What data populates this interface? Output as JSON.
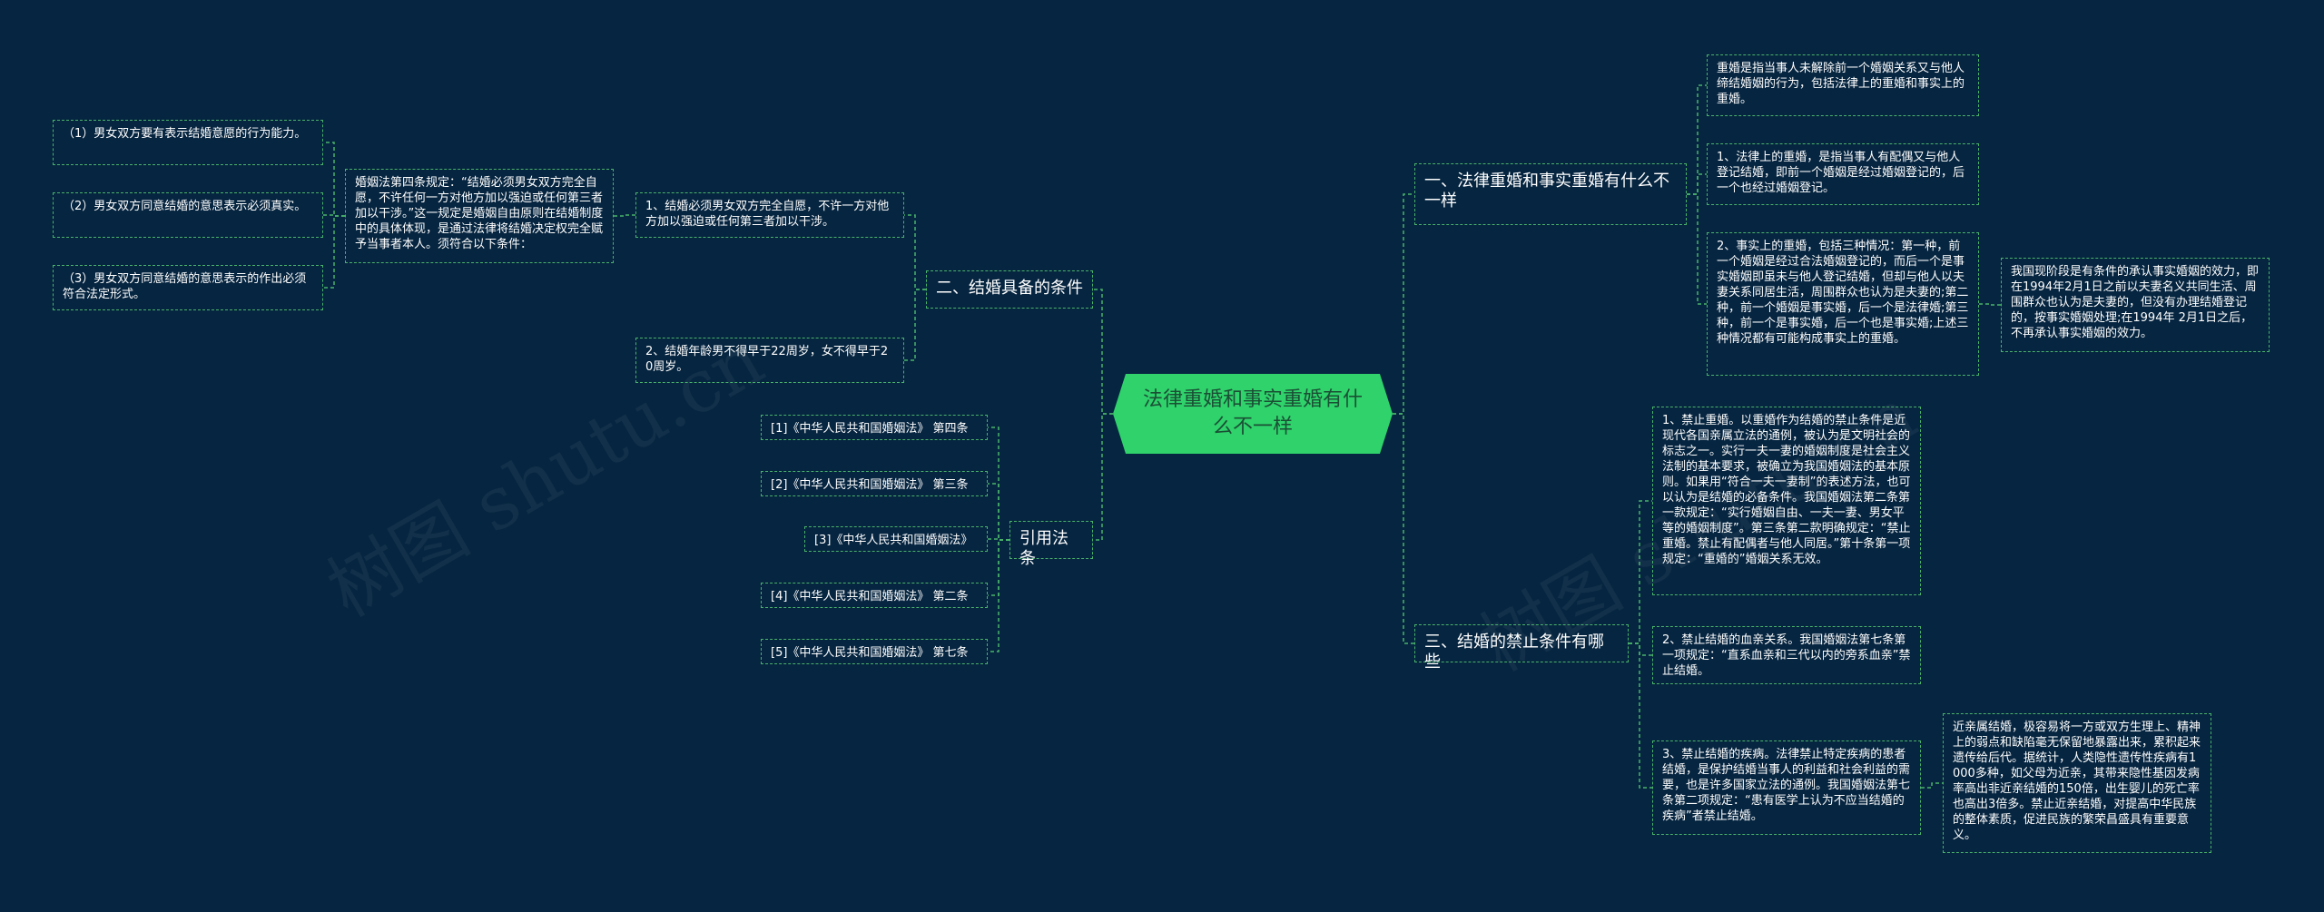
{
  "center": {
    "text": "法律重婚和事实重婚有什么不一样"
  },
  "watermark": "树图 shutu.cn",
  "branches": {
    "b1": "一、法律重婚和事实重婚有什么不一样",
    "b2": "二、结婚具备的条件",
    "b3": "三、结婚的禁止条件有哪些",
    "b4": "引用法条"
  },
  "leaves": {
    "r1": "重婚是指当事人未解除前一个婚姻关系又与他人缔结婚姻的行为，包括法律上的重婚和事实上的重婚。",
    "r2": "1、法律上的重婚，是指当事人有配偶又与他人登记结婚，即前一个婚姻是经过婚姻登记的，后一个也经过婚姻登记。",
    "r3": "2、事实上的重婚，包括三种情况：第一种，前一个婚姻是经过合法婚姻登记的，而后一个是事实婚姻即虽未与他人登记结婚，但却与他人以夫妻关系同居生活，周围群众也认为是夫妻的;第二种，前一个婚姻是事实婚，后一个是法律婚;第三种，前一个是事实婚，后一个也是事实婚;上述三种情况都有可能构成事实上的重婚。",
    "r3a": "我国现阶段是有条件的承认事实婚姻的效力，即在1994年2月1日之前以夫妻名义共同生活、周围群众也认为是夫妻的，但没有办理结婚登记的，按事实婚姻处理;在1994年 2月1日之后，不再承认事实婚姻的效力。",
    "s1": "1、禁止重婚。以重婚作为结婚的禁止条件是近现代各国亲属立法的通例，被认为是文明社会的标志之一。实行一夫一妻的婚姻制度是社会主义法制的基本要求，被确立为我国婚姻法的基本原则。如果用“符合一夫一妻制”的表述方法，也可以认为是结婚的必备条件。我国婚姻法第二条第一款规定：“实行婚姻自由、一夫一妻、男女平等的婚姻制度”。第三条第二款明确规定：“禁止重婚。禁止有配偶者与他人同居。”第十条第一项规定：“重婚的”婚姻关系无效。",
    "s2": "2、禁止结婚的血亲关系。我国婚姻法第七条第一项规定：“直系血亲和三代以内的旁系血亲”禁止结婚。",
    "s3": "3、禁止结婚的疾病。法律禁止特定疾病的患者结婚，是保护结婚当事人的利益和社会利益的需要，也是许多国家立法的通例。我国婚姻法第七条第二项规定：“患有医学上认为不应当结婚的疾病”者禁止结婚。",
    "s3a": "近亲属结婚，极容易将一方或双方生理上、精神上的弱点和缺陷毫无保留地暴露出来，累积起来遗传给后代。据统计，人类隐性遗传性疾病有1000多种，如父母为近亲，其带来隐性基因发病率高出非近亲结婚的150倍，出生婴儿的死亡率也高出3倍多。禁止近亲结婚，对提高中华民族的整体素质，促进民族的繁荣昌盛具有重要意义。",
    "c1": "1、结婚必须男女双方完全自愿，不许一方对他方加以强迫或任何第三者加以干涉。",
    "c2": "2、结婚年龄男不得早于22周岁，女不得早于20周岁。",
    "c1a": "婚姻法第四条规定：“结婚必须男女双方完全自愿，不许任何一方对他方加以强迫或任何第三者加以干涉。”这一规定是婚姻自由原则在结婚制度中的具体体现，是通过法律将结婚决定权完全赋予当事者本人。须符合以下条件：",
    "p1": "（1）男女双方要有表示结婚意愿的行为能力。",
    "p2": "（2）男女双方同意结婚的意思表示必须真实。",
    "p3": "（3）男女双方同意结婚的意思表示的作出必须符合法定形式。",
    "l1": "[1]《中华人民共和国婚姻法》 第四条",
    "l2": "[2]《中华人民共和国婚姻法》 第三条",
    "l3": "[3]《中华人民共和国婚姻法》",
    "l4": "[4]《中华人民共和国婚姻法》 第二条",
    "l5": "[5]《中华人民共和国婚姻法》 第七条"
  },
  "colors": {
    "background": "#062540",
    "center_fill": "#2fd26b",
    "center_text": "#1b4f35",
    "line": "#49b36a",
    "text": "#ffffff"
  }
}
